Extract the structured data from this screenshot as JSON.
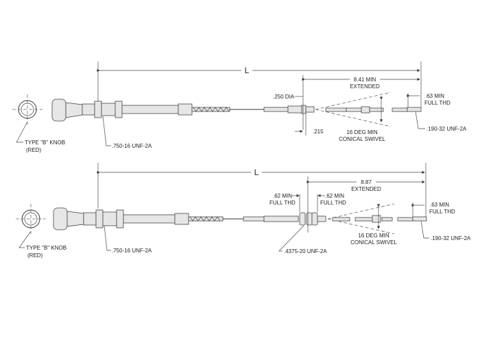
{
  "top": {
    "length_label": "L",
    "extended_value": "8.41 MIN",
    "extended_label": "EXTENDED",
    "rod_dia": ".250 DIA",
    "rod_len": ".215",
    "swivel_angle": "16  DEG MIN",
    "swivel_label": "CONICAL SWIVEL",
    "end_thd_value": ".63 MIN",
    "end_thd_label": "FULL THD",
    "end_thread": ".190-32 UNF-2A",
    "bulkhead_thread": ".750-16 UNF-2A",
    "knob_label": "TYPE \"B\" KNOB",
    "knob_color": "(RED)"
  },
  "bottom": {
    "length_label": "L",
    "extended_value": "8.87",
    "extended_label": "EXTENDED",
    "left_thd_value": ".62 MIN",
    "left_thd_label": "FULL THD",
    "right_thd_value": ".62 MIN",
    "right_thd_label": "FULL THD",
    "swivel_angle": "16  DEG MIN",
    "swivel_label": "CONICAL SWIVEL",
    "end_thd_value": ".63 MIN",
    "end_thd_label": "FULL THD",
    "end_thread": ".190-32 UNF-2A",
    "mid_thread": ".4375-20 UNF-2A",
    "bulkhead_thread": ".750-16 UNF-2A",
    "knob_label": "TYPE \"B\" KNOB",
    "knob_color": "(RED)"
  }
}
